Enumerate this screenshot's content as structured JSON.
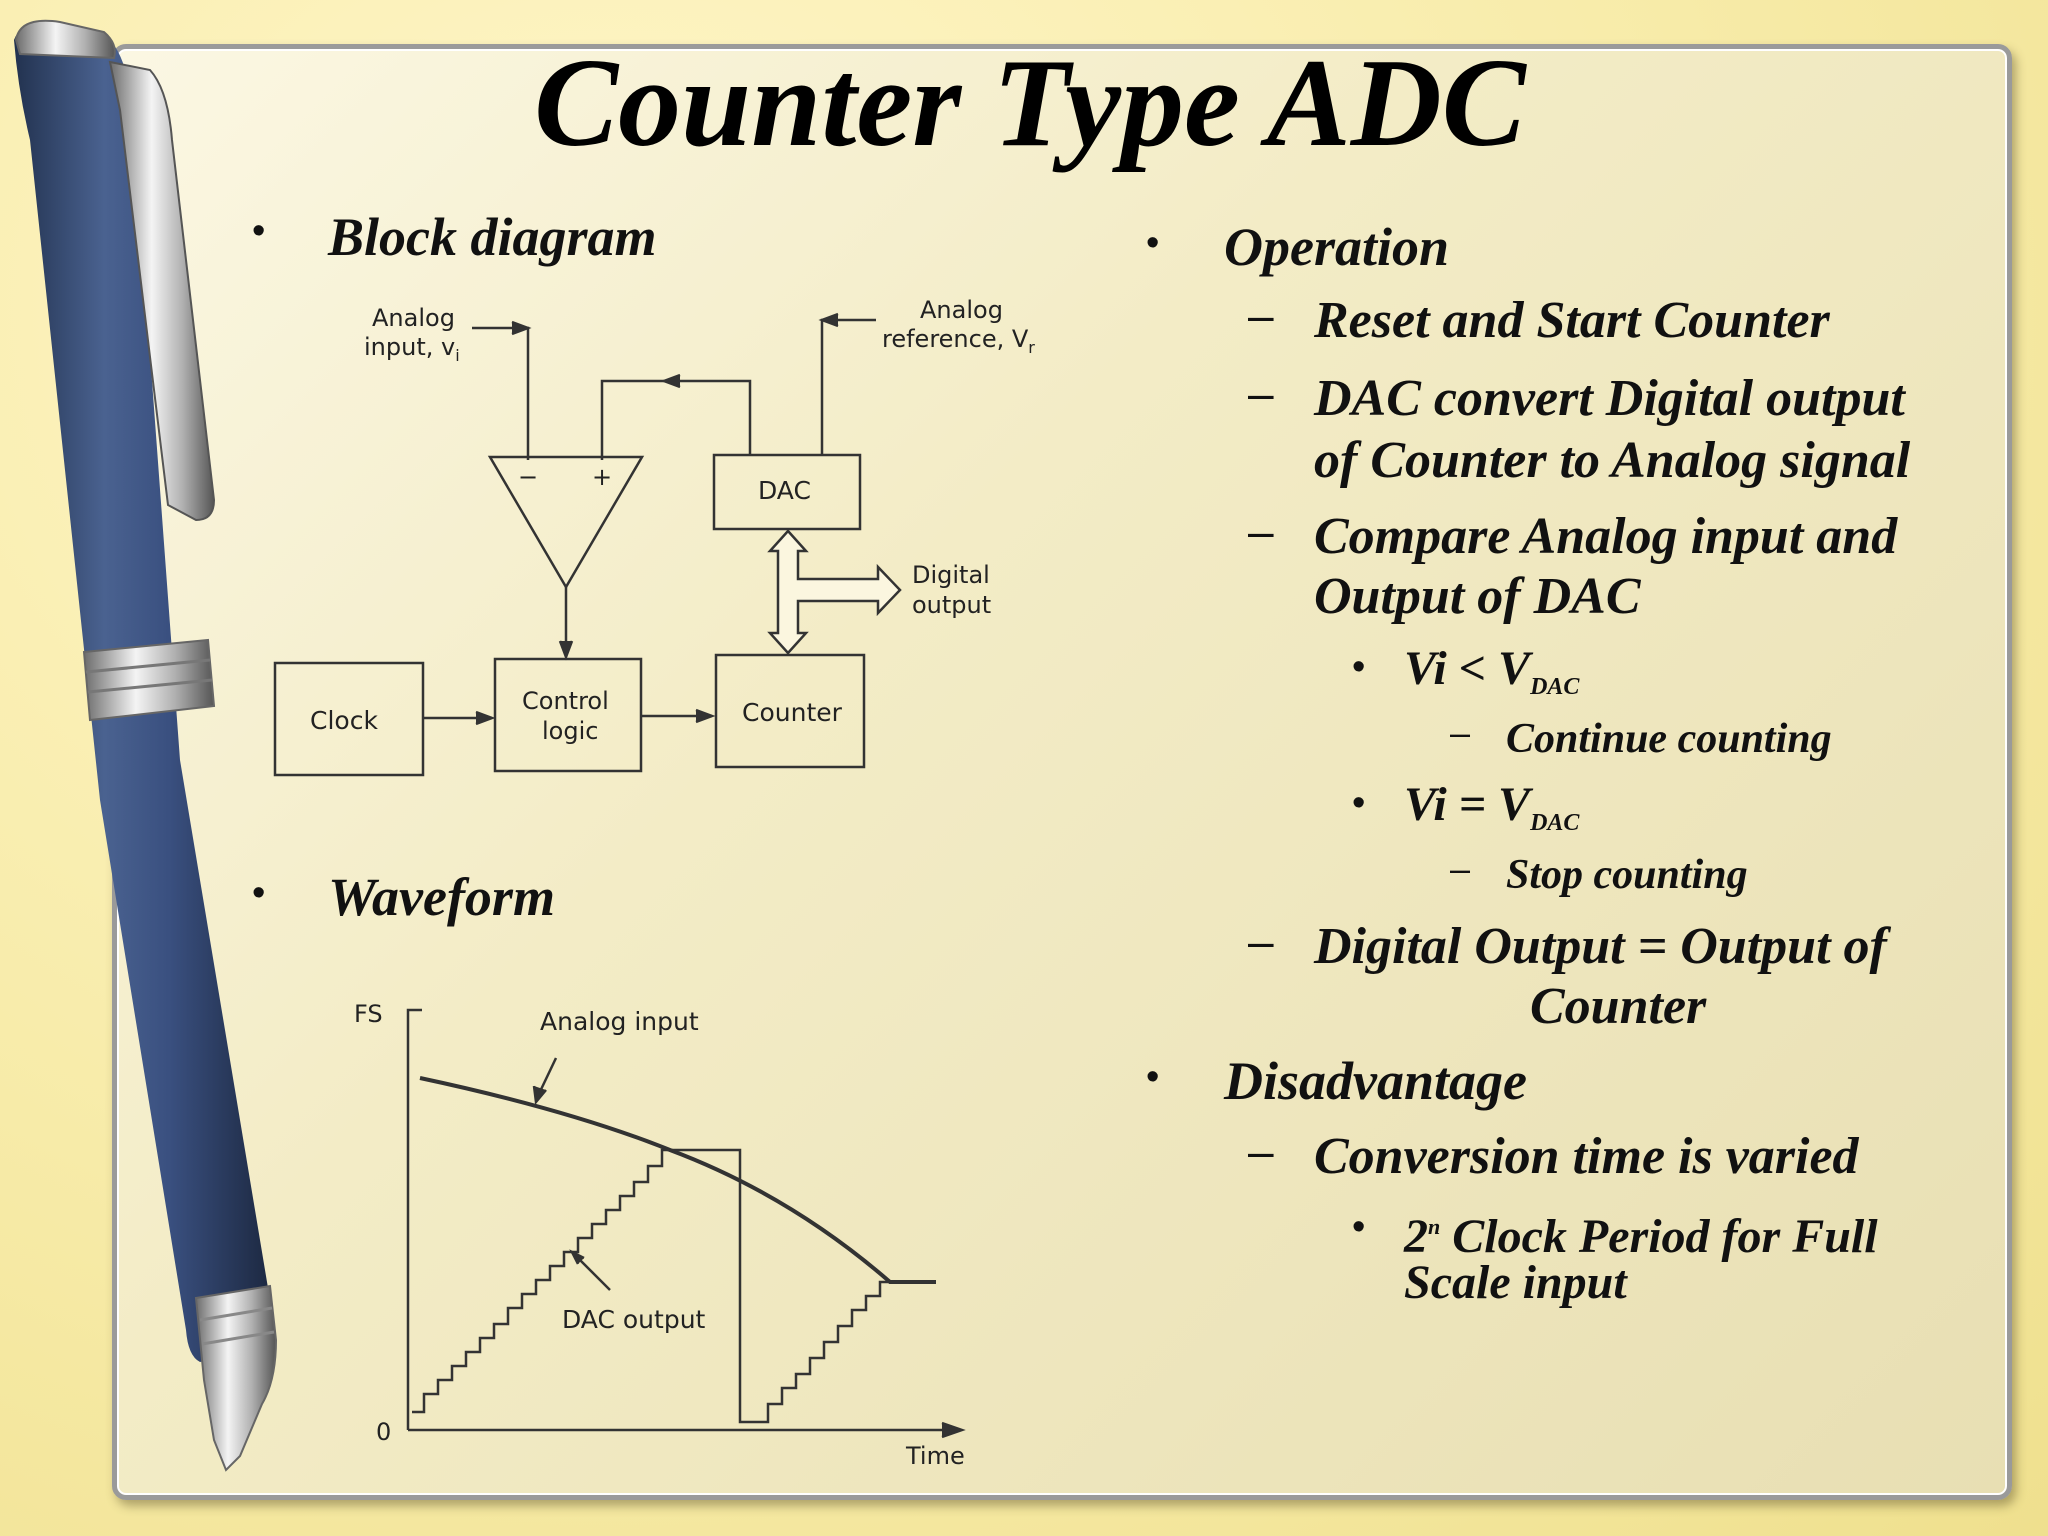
{
  "title": "Counter Type ADC",
  "left": {
    "block_heading": "Block diagram",
    "waveform_heading": "Waveform"
  },
  "block_diagram": {
    "analog_input_line1": "Analog",
    "analog_input_line2": "input, v",
    "analog_input_sub": "i",
    "analog_ref_line1": "Analog",
    "analog_ref_line2": "reference, V",
    "analog_ref_sub": "r",
    "minus": "−",
    "plus": "+",
    "dac": "DAC",
    "digital_output_line1": "Digital",
    "digital_output_line2": "output",
    "clock": "Clock",
    "control_line1": "Control",
    "control_line2": "logic",
    "counter": "Counter"
  },
  "waveform": {
    "fs_label": "FS",
    "zero_label": "0",
    "time_label": "Time",
    "analog_input_label": "Analog input",
    "dac_output_label": "DAC output"
  },
  "right": {
    "operation": "Operation",
    "reset": "Reset and Start Counter",
    "dac_convert_1": "DAC convert Digital output",
    "dac_convert_2": "of Counter to Analog signal",
    "compare_1": "Compare Analog input and",
    "compare_2": "Output of DAC",
    "cond1_prefix": "Vi < V",
    "cond1_sub": "DAC",
    "cond1_action": "Continue counting",
    "cond2_prefix": "Vi = V",
    "cond2_sub": "DAC",
    "cond2_action": "Stop counting",
    "digital_output_1": "Digital Output = Output of",
    "digital_output_2": "Counter",
    "disadvantage": "Disadvantage",
    "conversion_time": "Conversion time is varied",
    "clock_period_base": "2",
    "clock_period_sup": "n",
    "clock_period_rest": " Clock Period for Full",
    "clock_period_2": "Scale input"
  },
  "colors": {
    "background": "#f7eba8",
    "panel": "#f3ecc6",
    "pen_body": "#3b4f78",
    "text": "#111111"
  }
}
